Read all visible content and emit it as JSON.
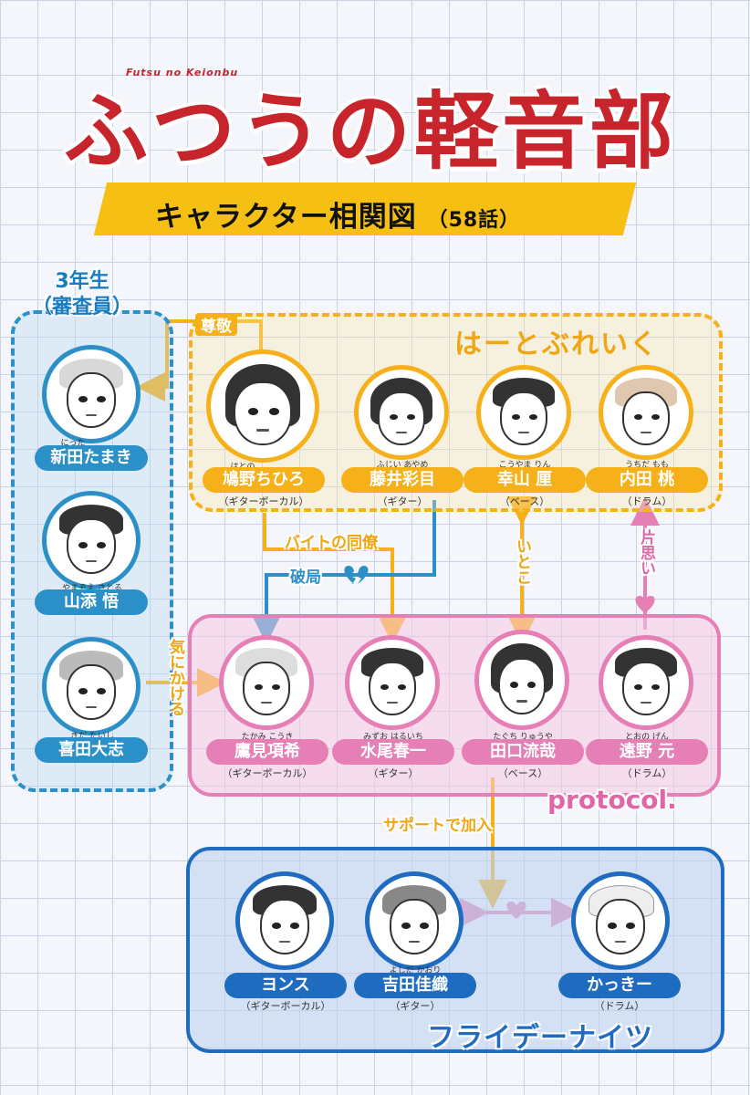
{
  "header": {
    "title": "ふつうの軽音部",
    "title_en": "Futsu no Keionbu",
    "subtitle": "キャラクター相関図",
    "subtitle_episode": "（58話）"
  },
  "groups": {
    "senior": {
      "year": "3年生",
      "role": "（審査員）",
      "color": "#2c90c8"
    },
    "heartbreak": {
      "name": "はーとぶれいく",
      "color": "#f5b01a"
    },
    "protocol": {
      "name": "protocol.",
      "color": "#e57fb5"
    },
    "friday": {
      "name": "フライデーナイツ",
      "color": "#1f6bc0"
    }
  },
  "characters": {
    "nitta": {
      "name": "新田たまき",
      "ruby": "にった"
    },
    "yamazoe": {
      "name": "山添 悟",
      "ruby": "やまぞえ さとる"
    },
    "kida": {
      "name": "喜田大志",
      "ruby": "きだ たいし"
    },
    "hatono": {
      "name": "鳩野ちひろ",
      "ruby": "はとの",
      "role": "（ギターボーカル）"
    },
    "fujii": {
      "name": "藤井彩目",
      "ruby": "ふじい あやめ",
      "role": "（ギター）"
    },
    "kouyama": {
      "name": "幸山 厘",
      "ruby": "こうやま りん",
      "role": "（ベース）"
    },
    "uchida": {
      "name": "内田 桃",
      "ruby": "うちだ もも",
      "role": "（ドラム）"
    },
    "takami": {
      "name": "鷹見項希",
      "ruby": "たかみ こうき",
      "role": "（ギターボーカル）"
    },
    "mizuo": {
      "name": "水尾春一",
      "ruby": "みずお はるいち",
      "role": "（ギター）"
    },
    "taguchi": {
      "name": "田口流哉",
      "ruby": "たぐち りゅうや",
      "role": "（ベース）"
    },
    "tono": {
      "name": "遠野 元",
      "ruby": "とおの げん",
      "role": "（ドラム）"
    },
    "yonsu": {
      "name": "ヨンス",
      "role": "（ギターボーカル）"
    },
    "yoshida": {
      "name": "吉田佳織",
      "ruby": "よしだ かおり",
      "role": "（ギター）"
    },
    "kakki": {
      "name": "かっきー",
      "role": "（ドラム）"
    }
  },
  "relations": {
    "respect": "尊敬",
    "part_time": "バイトの同僚",
    "broken": "破局",
    "cousins": "いとこ",
    "crush": "片思い",
    "concerned": "気にかける",
    "support": "サポートで加入"
  }
}
